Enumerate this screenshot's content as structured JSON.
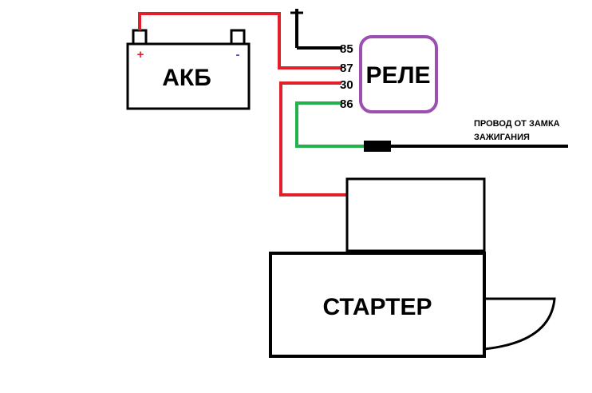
{
  "battery": {
    "label": "АКБ",
    "plus": "+",
    "minus": "-"
  },
  "relay": {
    "label": "РЕЛЕ",
    "pins": [
      "85",
      "87",
      "30",
      "86"
    ]
  },
  "starter": {
    "label": "СТАРТЕР"
  },
  "ignition_wire": {
    "line1": "ПРОВОД ОТ ЗАМКА",
    "line2": "ЗАЖИГАНИЯ"
  },
  "colors": {
    "outline": "#000000",
    "wire_positive": "#e0202a",
    "wire_control": "#22b14c",
    "relay_border": "#9b4fb0",
    "plus_sign": "#e0202a",
    "minus_sign": "#3f48cc"
  }
}
